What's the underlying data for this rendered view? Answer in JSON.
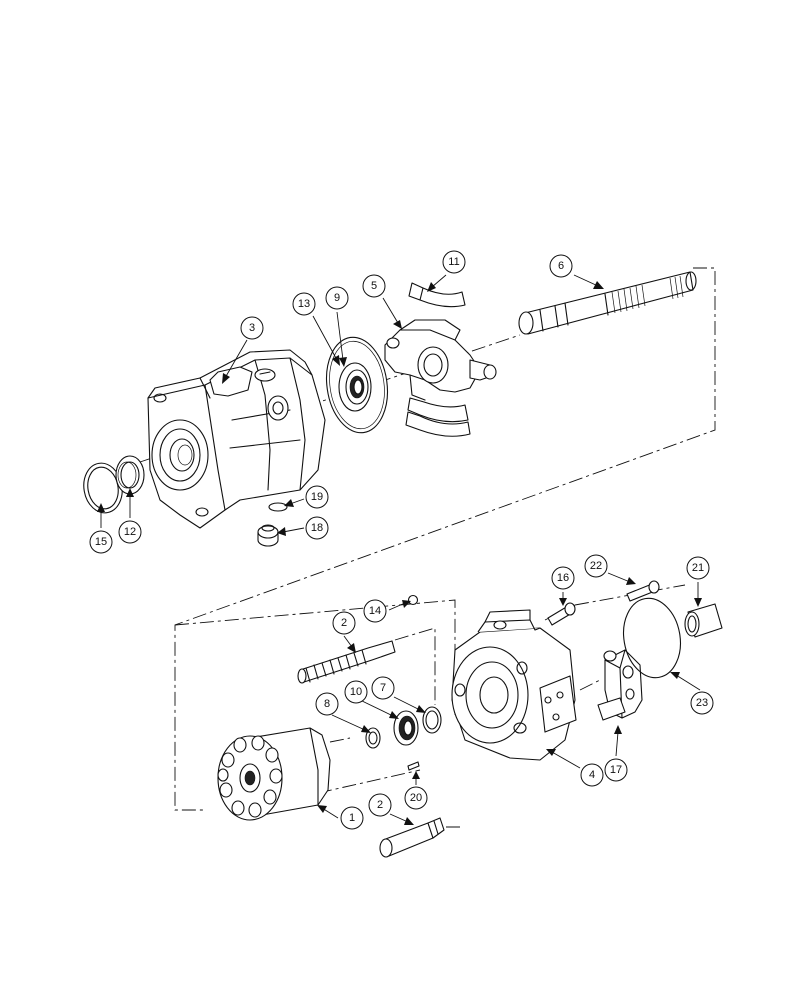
{
  "diagram": {
    "type": "exploded-parts-view",
    "line_color": "#111111",
    "background": "#ffffff",
    "callouts": [
      {
        "id": "c1",
        "label": "1"
      },
      {
        "id": "c2a",
        "label": "2"
      },
      {
        "id": "c2b",
        "label": "2"
      },
      {
        "id": "c3",
        "label": "3"
      },
      {
        "id": "c4",
        "label": "4"
      },
      {
        "id": "c5",
        "label": "5"
      },
      {
        "id": "c6",
        "label": "6"
      },
      {
        "id": "c7",
        "label": "7"
      },
      {
        "id": "c8",
        "label": "8"
      },
      {
        "id": "c9",
        "label": "9"
      },
      {
        "id": "c10",
        "label": "10"
      },
      {
        "id": "c11",
        "label": "11"
      },
      {
        "id": "c12",
        "label": "12"
      },
      {
        "id": "c13",
        "label": "13"
      },
      {
        "id": "c14",
        "label": "14"
      },
      {
        "id": "c15",
        "label": "15"
      },
      {
        "id": "c16",
        "label": "16"
      },
      {
        "id": "c17",
        "label": "17"
      },
      {
        "id": "c18",
        "label": "18"
      },
      {
        "id": "c19",
        "label": "19"
      },
      {
        "id": "c20",
        "label": "20"
      },
      {
        "id": "c21",
        "label": "21"
      },
      {
        "id": "c22",
        "label": "22"
      },
      {
        "id": "c23",
        "label": "23"
      }
    ]
  }
}
